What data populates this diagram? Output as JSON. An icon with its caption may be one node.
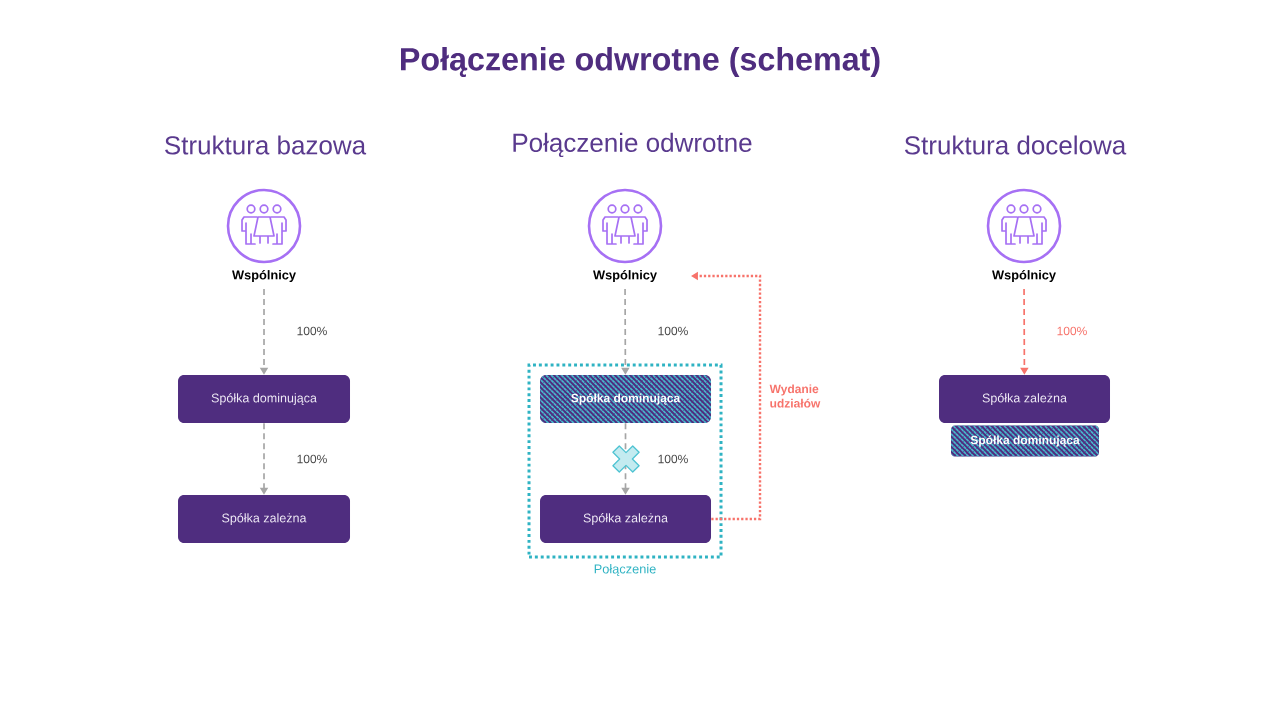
{
  "diagram": {
    "title": "Połączenie odwrotne (schemat)",
    "nodes": [
      {
        "text": [
          "Wspólnicy"
        ]
      },
      {
        "text": [
          "Spółka dominująca"
        ]
      },
      {
        "text": [
          "Spółka zależna"
        ]
      },
      {
        "text": [
          "Wspólnicy"
        ]
      },
      {
        "text": [
          "Połączenie"
        ]
      },
      {
        "text": [
          "Spółka dominująca"
        ],
        "in": 4
      },
      {
        "text": [
          "Spółka zależna"
        ],
        "in": 4
      },
      {
        "text": [
          "Wspólnicy"
        ]
      },
      {
        "text": [
          "Spółka zależna"
        ]
      },
      {
        "text": [
          "Spółka dominująca"
        ]
      }
    ],
    "edges": [
      {
        "from": 0,
        "to": 1,
        "arrow": "to",
        "label": "100%",
        "style": "dashed"
      },
      {
        "from": 1,
        "to": 2,
        "arrow": "to",
        "label": "100%",
        "style": "dashed"
      },
      {
        "from": 3,
        "to": 5,
        "arrow": "to",
        "label": "100%",
        "style": "dashed"
      },
      {
        "from": 5,
        "to": 6,
        "arrow": "to",
        "label": "100%",
        "style": "dashed"
      },
      {
        "from": 6,
        "to": 3,
        "arrow": "to",
        "label": "Wydanie udziałów",
        "style": "dashed",
        "color": "#f7736b"
      },
      {
        "from": 7,
        "to": 8,
        "arrow": "to",
        "label": "100%",
        "style": "dashed",
        "color": "#f7736b"
      }
    ],
    "labels": [
      "Struktura bazowa",
      "Połączenie odwrotne",
      "Struktura docelowa"
    ]
  }
}
